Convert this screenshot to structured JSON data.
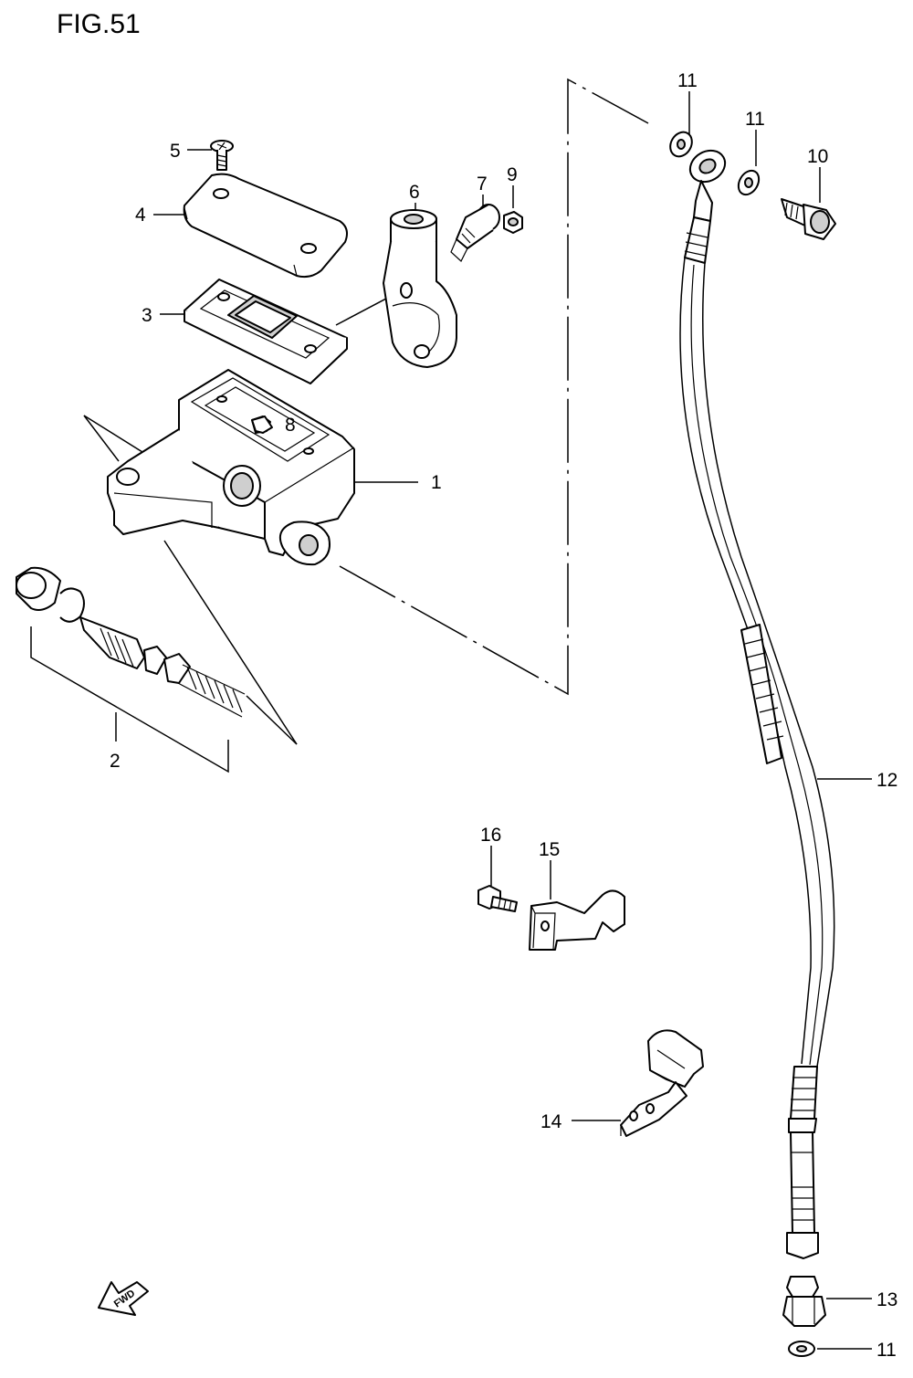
{
  "figure": {
    "title": "FIG.51"
  },
  "callouts": {
    "c1": "1",
    "c2": "2",
    "c3": "3",
    "c4": "4",
    "c5": "5",
    "c6": "6",
    "c7": "7",
    "c8": "8",
    "c9": "9",
    "c10": "10",
    "c11a": "11",
    "c11b": "11",
    "c11c": "11",
    "c12": "12",
    "c13": "13",
    "c14": "14",
    "c15": "15",
    "c16": "16"
  },
  "fwd_label": "FWD",
  "icons": [
    "fwd-arrow-icon"
  ]
}
